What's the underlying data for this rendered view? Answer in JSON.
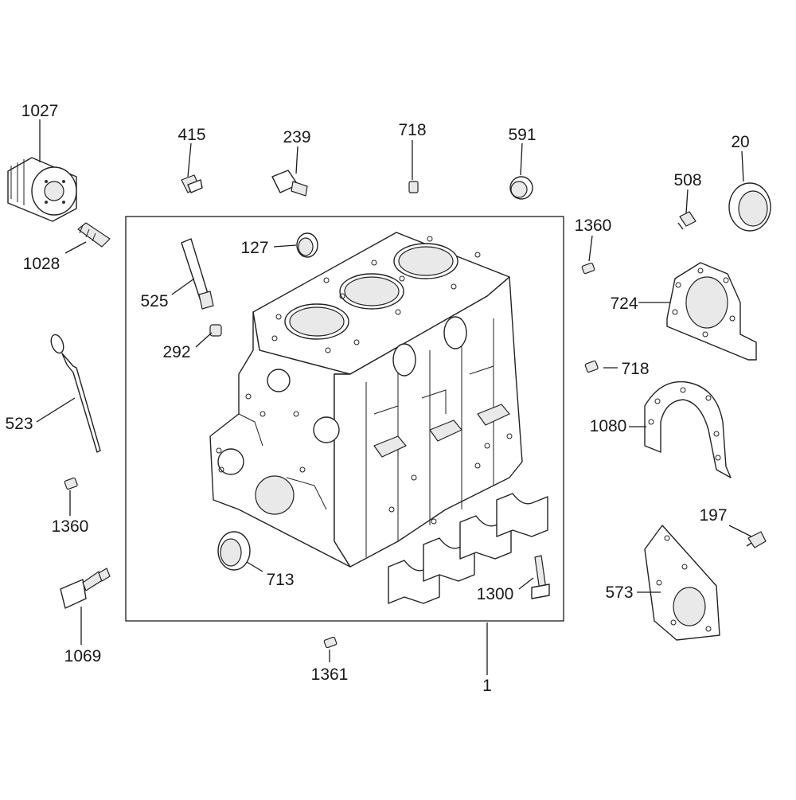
{
  "diagram": {
    "callouts": {
      "c1027": "1027",
      "c1028": "1028",
      "c415": "415",
      "c239": "239",
      "c718a": "718",
      "c591": "591",
      "c20": "20",
      "c508": "508",
      "c1360a": "1360",
      "c127": "127",
      "c525": "525",
      "c292": "292",
      "c724": "724",
      "c718b": "718",
      "c523": "523",
      "c1080": "1080",
      "c197": "197",
      "c1360b": "1360",
      "c713": "713",
      "c1300": "1300",
      "c573": "573",
      "c1069": "1069",
      "c1361": "1361",
      "c1": "1"
    }
  }
}
